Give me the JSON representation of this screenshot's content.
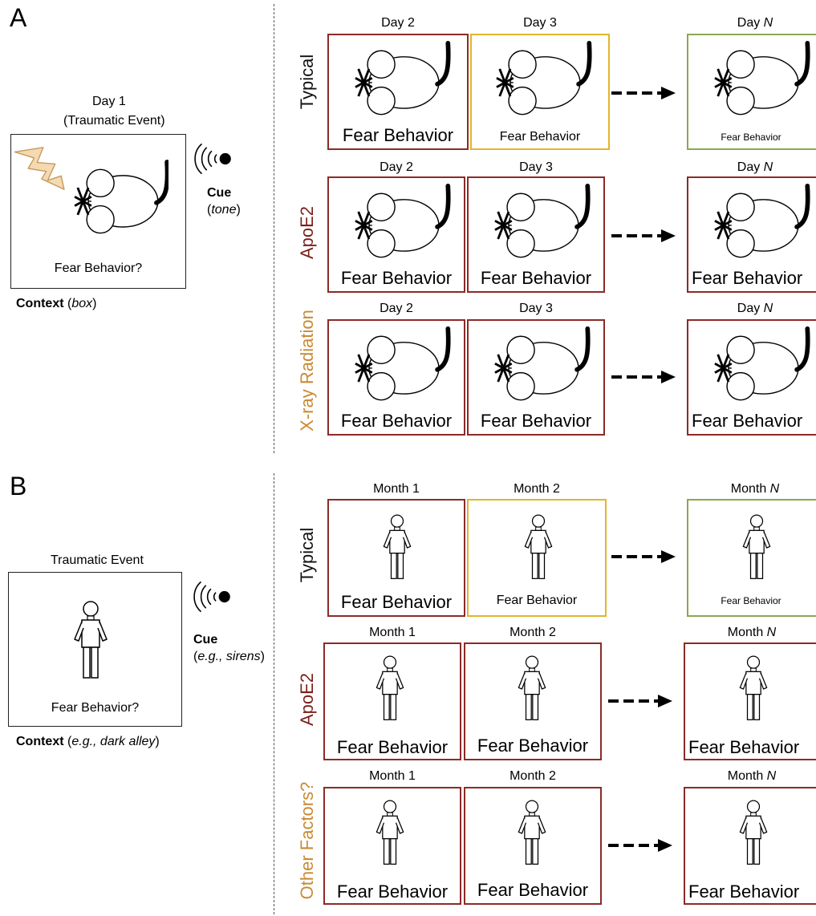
{
  "panel_a": {
    "letter": "A",
    "day1_title": "Day 1",
    "day1_subtitle": "(Traumatic Event)",
    "fear_question": "Fear Behavior?",
    "context_label": "Context",
    "context_detail": "(box)",
    "context_open": "(",
    "context_word": "box",
    "context_close": ")",
    "cue_label": "Cue",
    "cue_open": "(",
    "cue_word": "tone",
    "cue_close": ")",
    "rows": [
      {
        "label": "Typical",
        "color": "#111111",
        "cols": [
          {
            "title": "Day 2",
            "fear": "Fear Behavior",
            "size": "large",
            "border": "#8b2b27"
          },
          {
            "title": "Day 3",
            "fear": "Fear Behavior",
            "size": "medium",
            "border": "#e0b62d"
          },
          {
            "title_prefix": "Day ",
            "title_n": "N",
            "fear": "Fear Behavior",
            "size": "small",
            "border": "#8aa84f"
          }
        ]
      },
      {
        "label": "ApoE2",
        "color": "#7a1f18",
        "cols": [
          {
            "title": "Day 2",
            "fear": "Fear Behavior",
            "size": "large",
            "border": "#8b2b27"
          },
          {
            "title": "Day 3",
            "fear": "Fear Behavior",
            "size": "large",
            "border": "#8b2b27"
          },
          {
            "title_prefix": "Day ",
            "title_n": "N",
            "fear": "Fear Behavior",
            "size": "large",
            "border": "#8b2b27"
          }
        ]
      },
      {
        "label": "X-ray Radiation",
        "color": "#c98a33",
        "cols": [
          {
            "title": "Day 2",
            "fear": "Fear Behavior",
            "size": "large",
            "border": "#8b2b27"
          },
          {
            "title": "Day 3",
            "fear": "Fear Behavior",
            "size": "large",
            "border": "#8b2b27"
          },
          {
            "title_prefix": "Day ",
            "title_n": "N",
            "fear": "Fear Behavior",
            "size": "large",
            "border": "#8b2b27"
          }
        ]
      }
    ]
  },
  "panel_b": {
    "letter": "B",
    "event_title": "Traumatic Event",
    "fear_question": "Fear Behavior?",
    "context_label": "Context",
    "context_open": "(",
    "context_word": "e.g., dark alley",
    "context_close": ")",
    "cue_label": "Cue",
    "cue_open": "(",
    "cue_word": "e.g., sirens",
    "cue_close": ")",
    "rows": [
      {
        "label": "Typical",
        "color": "#111111",
        "cols": [
          {
            "title": "Month 1",
            "fear": "Fear Behavior",
            "size": "large",
            "border": "#8b2b27"
          },
          {
            "title": "Month 2",
            "fear": "Fear Behavior",
            "size": "medium",
            "border": "#e0b62d"
          },
          {
            "title_prefix": "Month ",
            "title_n": "N",
            "fear": "Fear Behavior",
            "size": "small",
            "border": "#8aa84f"
          }
        ]
      },
      {
        "label": "ApoE2",
        "color": "#7a1f18",
        "cols": [
          {
            "title": "Month 1",
            "fear": "Fear Behavior",
            "size": "large",
            "border": "#8b2b27"
          },
          {
            "title": "Month 2",
            "fear": "Fear Behavior",
            "size": "large",
            "border": "#8b2b27"
          },
          {
            "title_prefix": "Month ",
            "title_n": "N",
            "fear": "Fear Behavior",
            "size": "large",
            "border": "#8b2b27"
          }
        ]
      },
      {
        "label": "Other Factors?",
        "color": "#c98a33",
        "cols": [
          {
            "title": "Month 1",
            "fear": "Fear Behavior",
            "size": "large",
            "border": "#8b2b27"
          },
          {
            "title": "Month 2",
            "fear": "Fear Behavior",
            "size": "large",
            "border": "#8b2b27"
          },
          {
            "title_prefix": "Month ",
            "title_n": "N",
            "fear": "Fear Behavior",
            "size": "large",
            "border": "#8b2b27"
          }
        ]
      }
    ]
  }
}
